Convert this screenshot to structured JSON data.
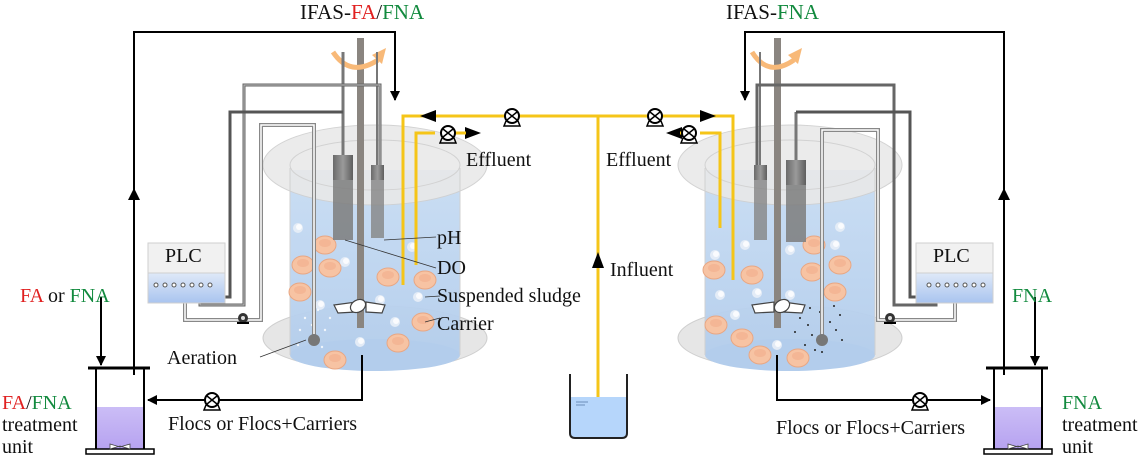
{
  "titles": {
    "left": {
      "prefix": "IFAS-",
      "fa": "FA",
      "slash": "/",
      "fna": "FNA"
    },
    "right": {
      "prefix": "IFAS-",
      "fna": "FNA"
    }
  },
  "labels": {
    "effluent_left": "Effluent",
    "effluent_right": "Effluent",
    "influent": "Influent",
    "ph": "pH",
    "do": "DO",
    "suspended_sludge": "Suspended sludge",
    "carrier": "Carrier",
    "aeration": "Aeration",
    "plc_left": "PLC",
    "plc_right": "PLC",
    "flocs_left": "Flocs or Flocs+Carriers",
    "flocs_right": "Flocs or Flocs+Carriers"
  },
  "left_dosing": {
    "fa": "FA",
    "or": " or ",
    "fna": "FNA"
  },
  "right_dosing": {
    "fna": "FNA"
  },
  "left_unit": {
    "fa": "FA",
    "slash": "/",
    "fna": "FNA",
    "line2": "treatment",
    "line3": "unit"
  },
  "right_unit": {
    "fna": "FNA",
    "line2": "treatment",
    "line3": "unit"
  },
  "colors": {
    "fa": "#e02020",
    "fna": "#128a3e",
    "pipe_yellow": "#f5c518",
    "water": "#b9d3f0",
    "treatment_liquid": "#c4b2f4",
    "carrier": "#f6c4a6",
    "rotation_arrow": "#f8b978"
  }
}
